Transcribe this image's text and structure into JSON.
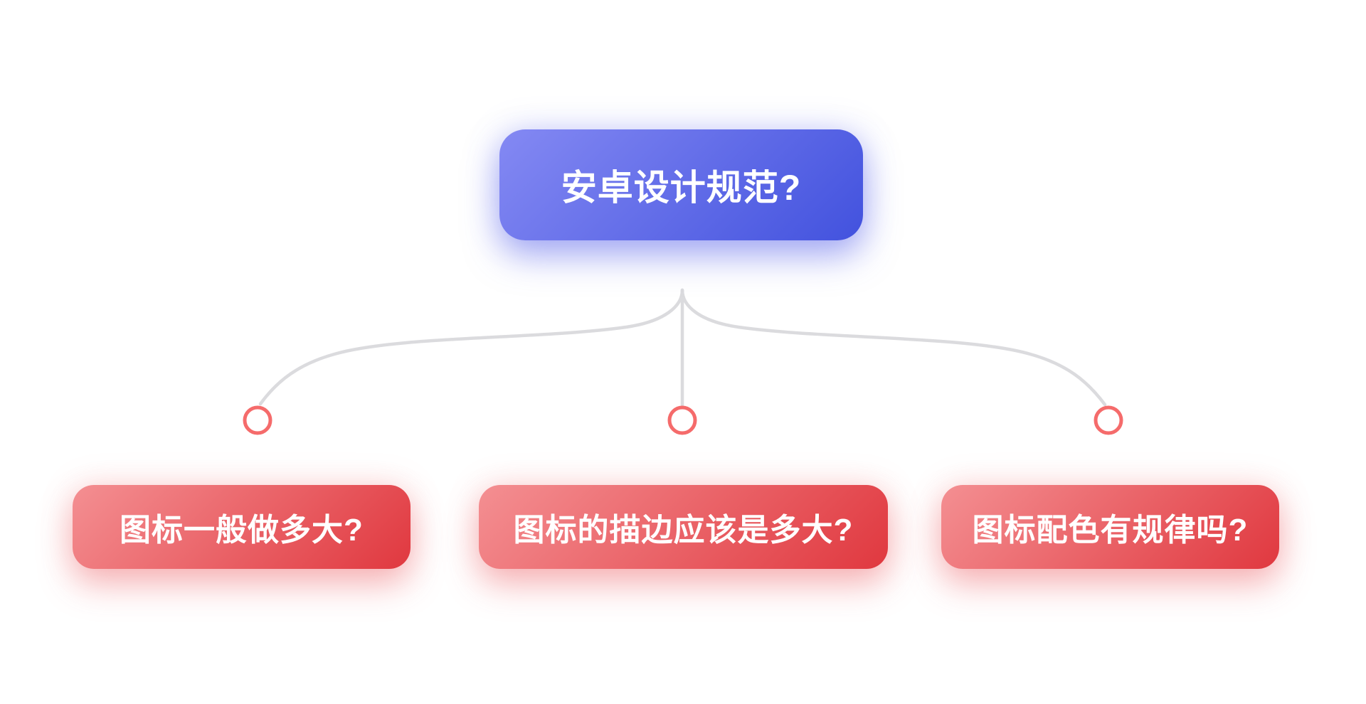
{
  "mindmap": {
    "root": {
      "label": "安卓设计规范?",
      "gradient_start": "#8489F3",
      "gradient_end": "#4252DE",
      "text_color": "#FFFFFF"
    },
    "children": [
      {
        "label": "图标一般做多大?"
      },
      {
        "label": "图标的描边应该是多大?"
      },
      {
        "label": "图标配色有规律吗?"
      }
    ],
    "child_style": {
      "gradient_start": "#F48F92",
      "gradient_end": "#E0383F",
      "text_color": "#FFFFFF"
    },
    "connectors": {
      "line_color": "#DBDBDE",
      "dot_stroke_color": "#F56B6B",
      "dot_fill_color": "#FFFFFF"
    }
  }
}
